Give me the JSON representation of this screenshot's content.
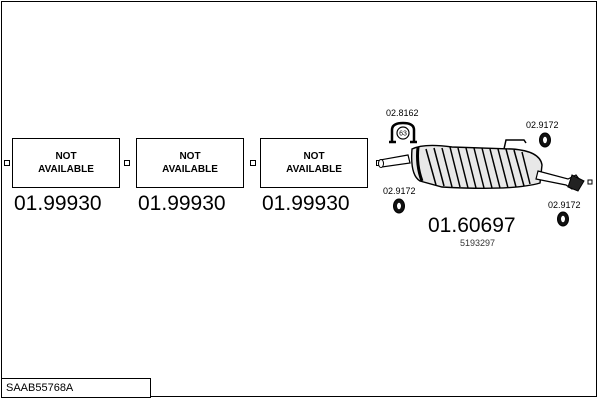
{
  "diagram_title": "SAAB55768A",
  "unavailable_parts": [
    {
      "line1": "NOT",
      "line2": "AVAILABLE",
      "code": "01.99930"
    },
    {
      "line1": "NOT",
      "line2": "AVAILABLE",
      "code": "01.99930"
    },
    {
      "line1": "NOT",
      "line2": "AVAILABLE",
      "code": "01.99930"
    }
  ],
  "clamp_top": {
    "code": "02.8162",
    "badge": "63"
  },
  "hanger_top_right": {
    "code": "02.9172"
  },
  "hanger_left": {
    "code": "02.9172"
  },
  "hanger_bottom_right": {
    "code": "02.9172"
  },
  "main_part": {
    "code": "01.60697",
    "oem": "5193297"
  }
}
